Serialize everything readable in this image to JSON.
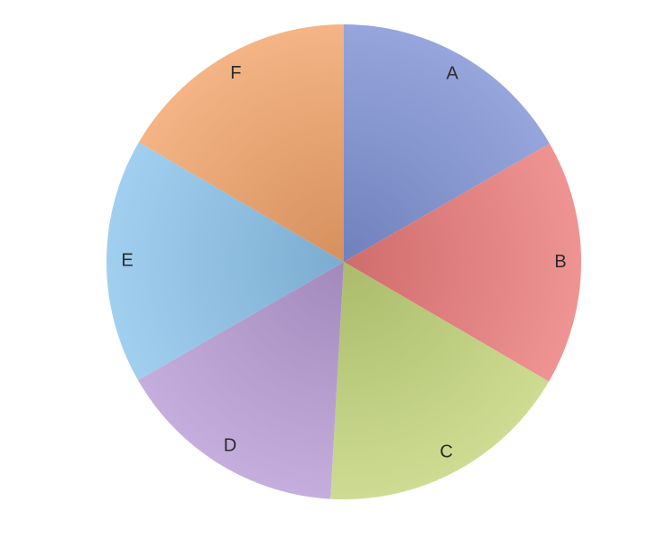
{
  "chart_data": {
    "type": "pie",
    "title": "",
    "start_angle_deg": 0,
    "direction": "clockwise",
    "slices": [
      {
        "label": "A",
        "value": 16.7,
        "color": "#7f92d4"
      },
      {
        "label": "B",
        "value": 16.7,
        "color": "#ec7b7b"
      },
      {
        "label": "C",
        "value": 17.5,
        "color": "#c2d47a"
      },
      {
        "label": "D",
        "value": 15.8,
        "color": "#b89cd6"
      },
      {
        "label": "E",
        "value": 16.7,
        "color": "#8cc4ec"
      },
      {
        "label": "F",
        "value": 16.6,
        "color": "#f2a46a"
      }
    ]
  }
}
